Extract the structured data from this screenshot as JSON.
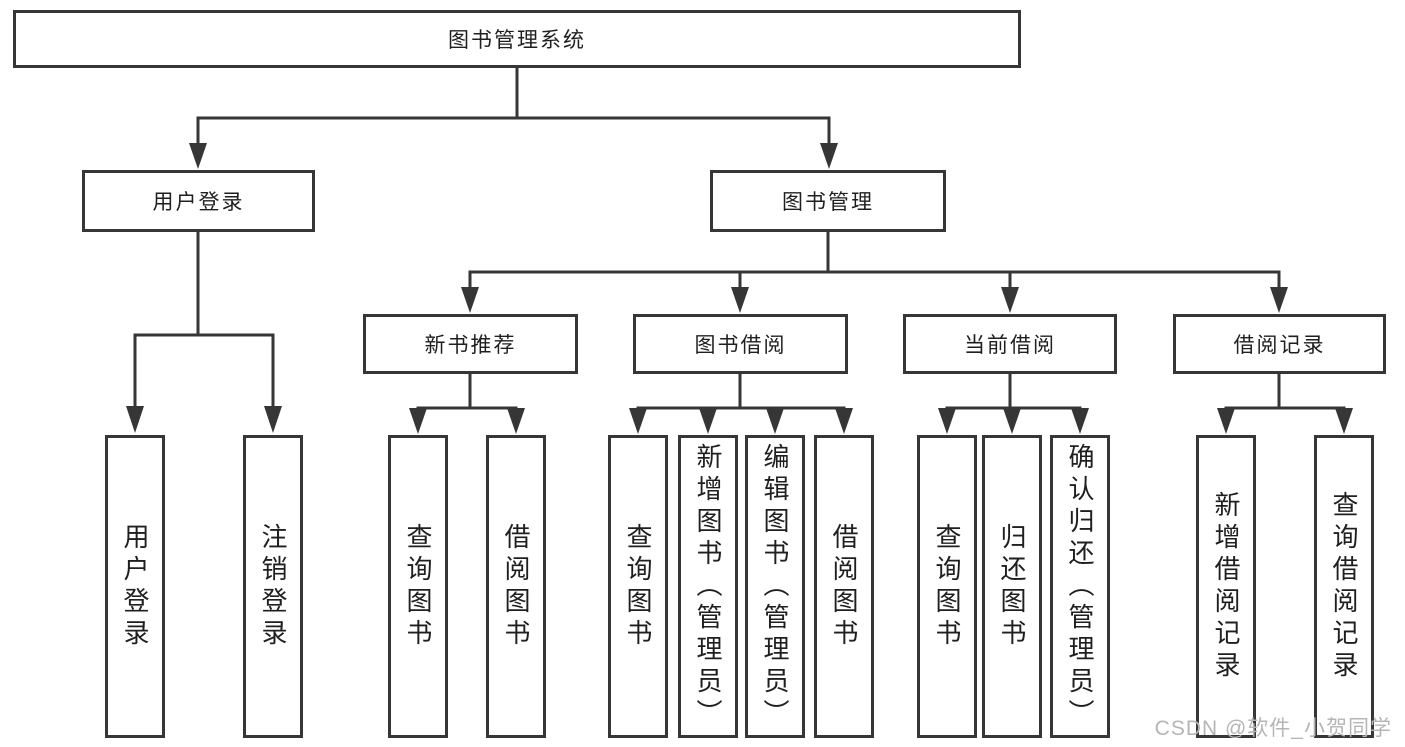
{
  "tree": {
    "root": {
      "label": "图书管理系统"
    },
    "branches": [
      {
        "label": "用户登录",
        "children": [
          {
            "label": "用户登录"
          },
          {
            "label": "注销登录"
          }
        ]
      },
      {
        "label": "图书管理",
        "children": [
          {
            "label": "新书推荐",
            "children": [
              {
                "label": "查询图书"
              },
              {
                "label": "借阅图书"
              }
            ]
          },
          {
            "label": "图书借阅",
            "children": [
              {
                "label": "查询图书"
              },
              {
                "label": "新增图书（管理员）"
              },
              {
                "label": "编辑图书（管理员）"
              },
              {
                "label": "借阅图书"
              }
            ]
          },
          {
            "label": "当前借阅",
            "children": [
              {
                "label": "查询图书"
              },
              {
                "label": "归还图书"
              },
              {
                "label": "确认归还（管理员）"
              }
            ]
          },
          {
            "label": "借阅记录",
            "children": [
              {
                "label": "新增借阅记录"
              },
              {
                "label": "查询借阅记录"
              }
            ]
          }
        ]
      }
    ]
  },
  "watermark": "CSDN @软件_小贺同学",
  "colors": {
    "line": "#363636",
    "text": "#1f1f1f",
    "watermark": "#b5b5b5",
    "background": "#ffffff"
  }
}
